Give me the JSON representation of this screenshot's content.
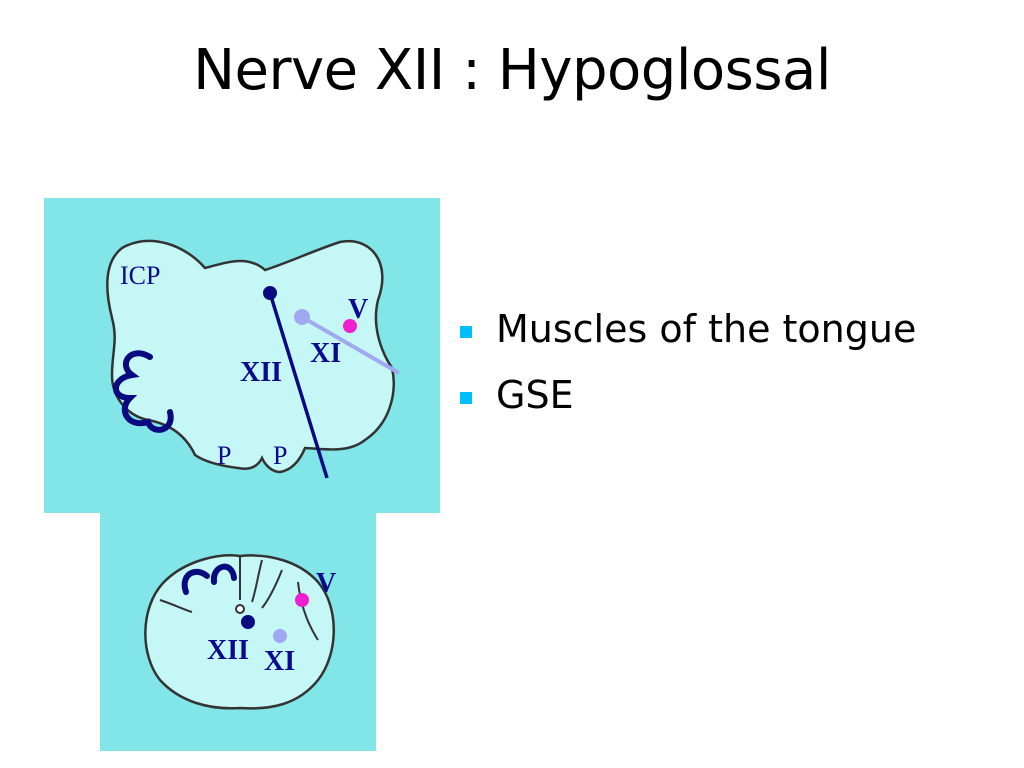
{
  "slide": {
    "title": "Nerve XII : Hypoglossal"
  },
  "colors": {
    "panel_bg": "#82e6e8",
    "section_fill": "#c6f7f7",
    "outline": "#333333",
    "nerve_xii": "#0a0a80",
    "nerve_xi": "#a0a8f0",
    "nucleus_v": "#f020d0",
    "label_blue": "#0a0a8c",
    "bullet_marker": "#00bfff"
  },
  "diagram": {
    "upper_section": {
      "labels": {
        "icp": "ICP",
        "v": "V",
        "xi": "XI",
        "xii": "XII",
        "p_left": "P",
        "p_right": "P"
      }
    },
    "lower_section": {
      "labels": {
        "v": "V",
        "xii": "XII",
        "xi": "XI"
      }
    }
  },
  "bullets": [
    {
      "text": "Muscles of the tongue",
      "marker_icon": "square-bullet-icon"
    },
    {
      "text": "GSE",
      "marker_icon": "square-bullet-icon"
    }
  ]
}
